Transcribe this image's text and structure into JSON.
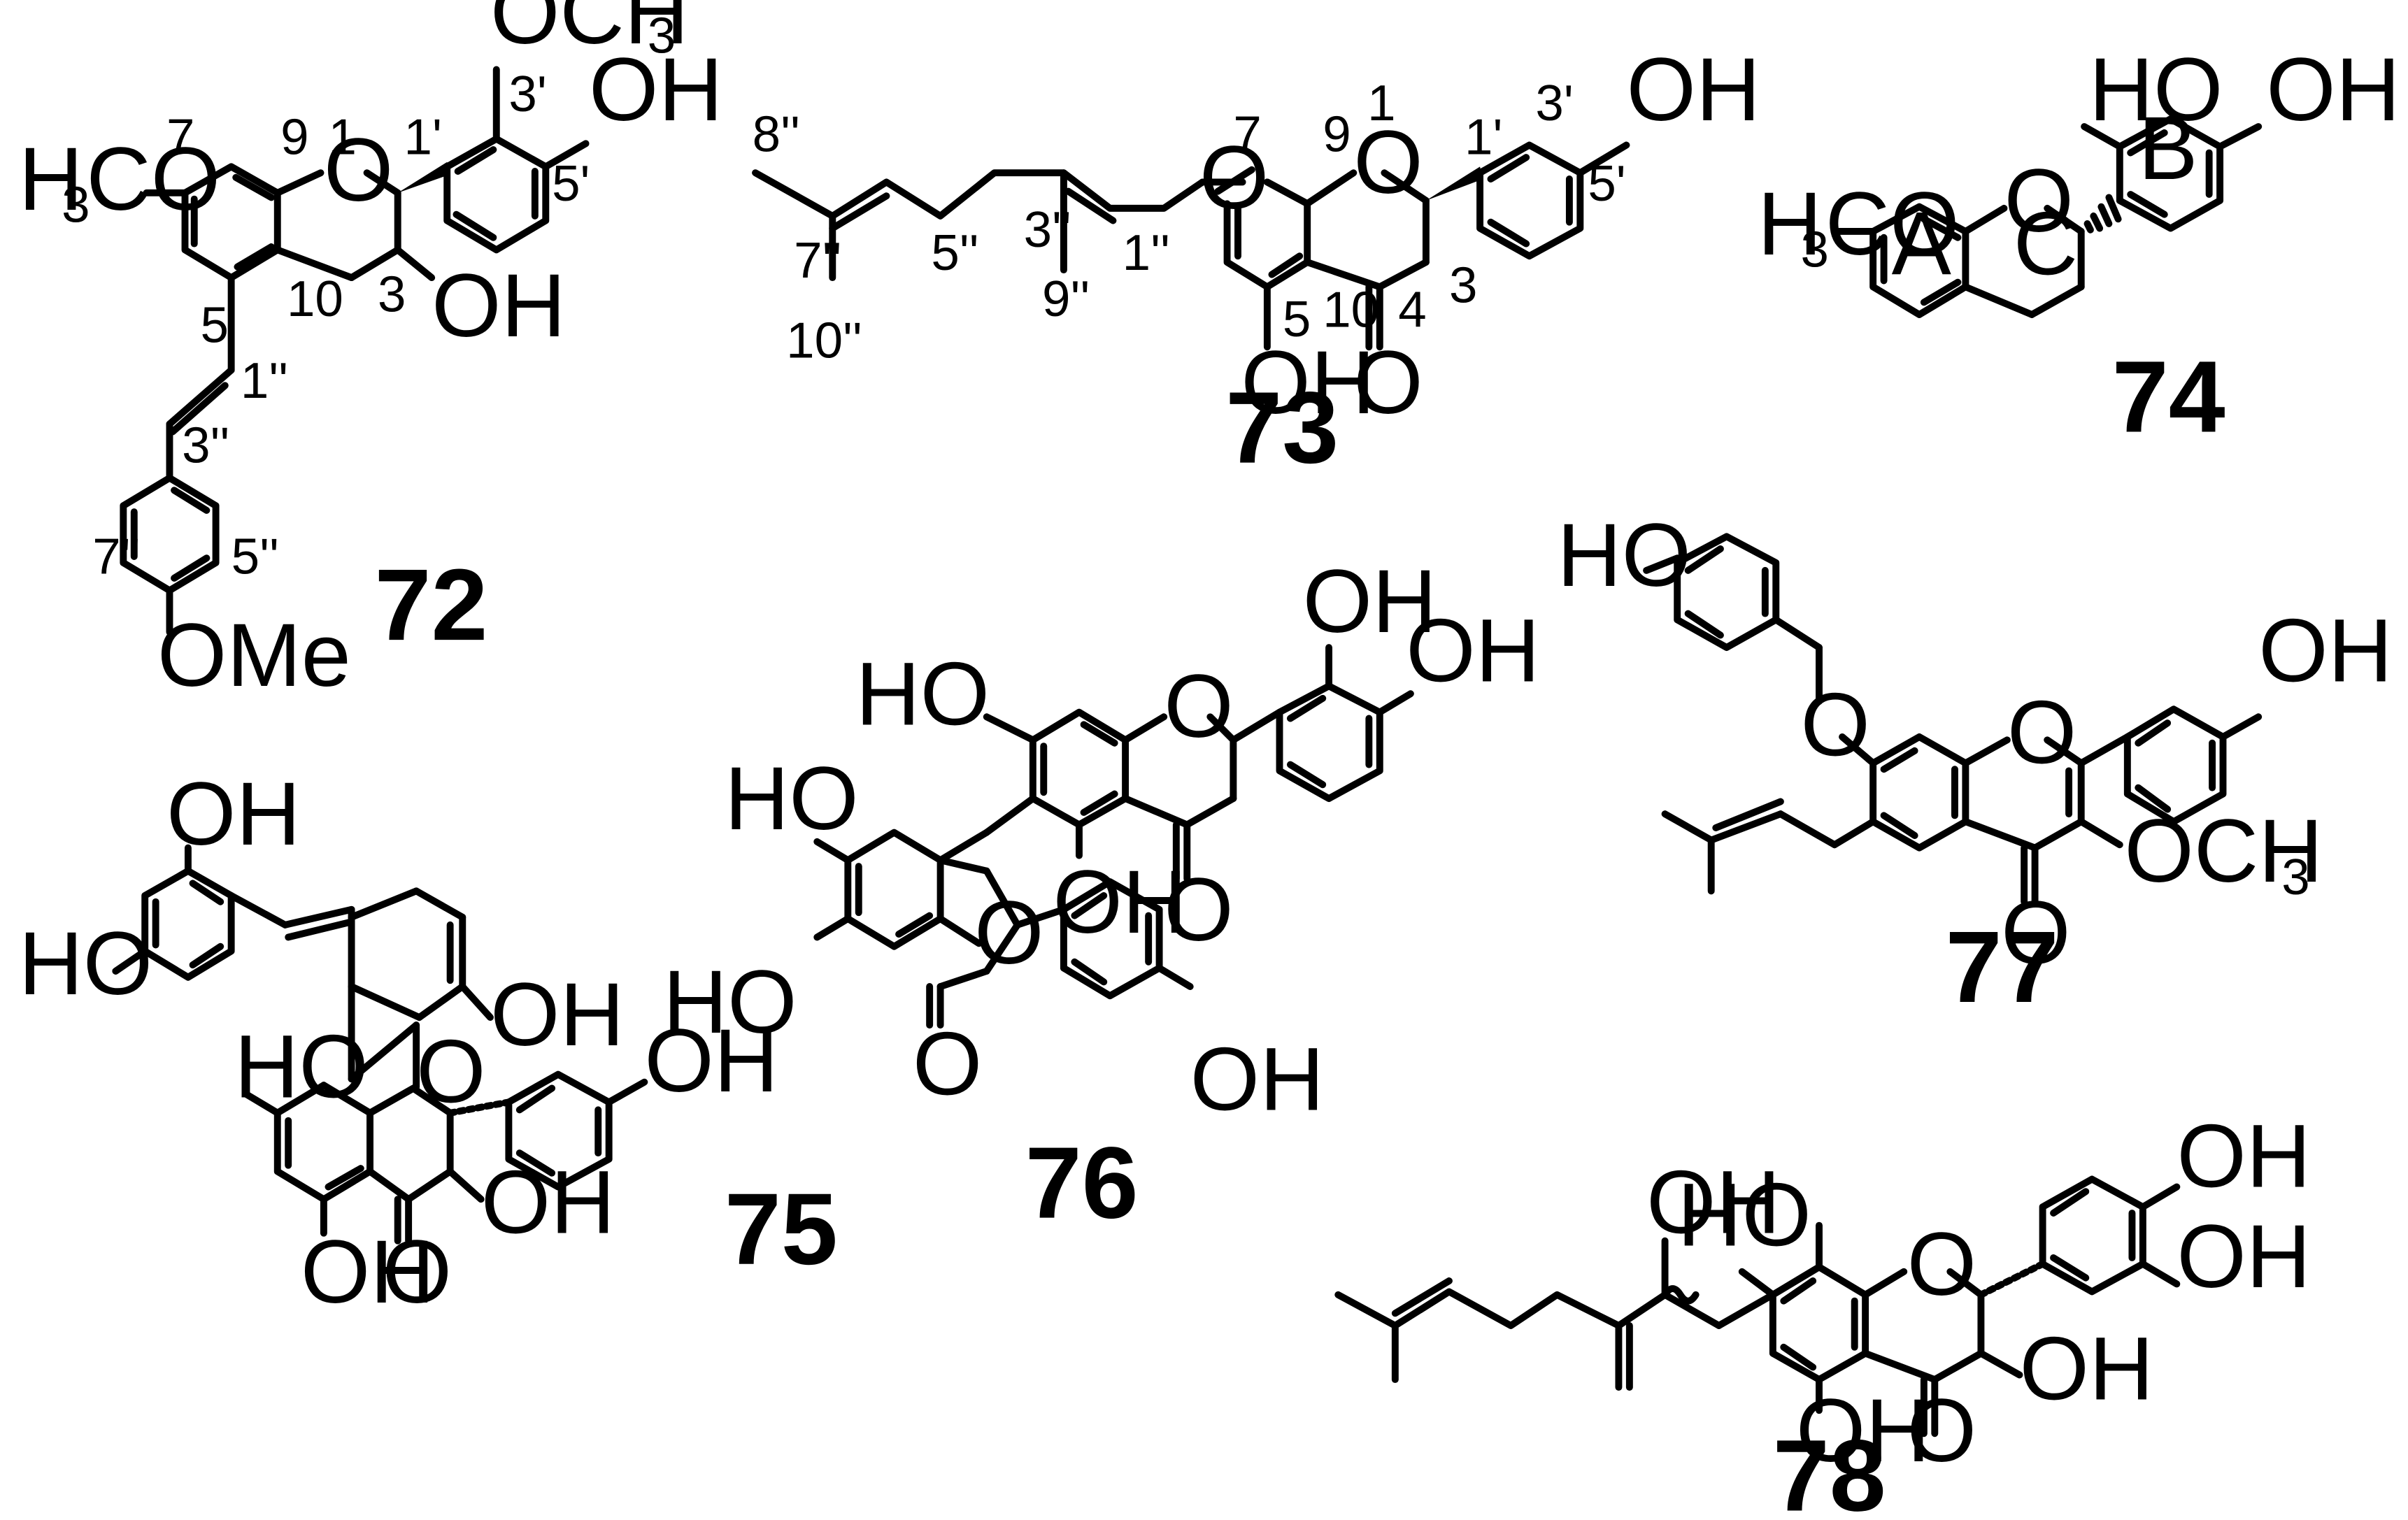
{
  "figure": {
    "compounds": [
      {
        "id": "72",
        "labels": [
          "OCH3",
          "OH",
          "H3CO",
          "OH",
          "OMe"
        ],
        "numbering": [
          "1",
          "7",
          "9",
          "1'",
          "3'",
          "5'",
          "5",
          "10",
          "3",
          "1''",
          "3''",
          "7''",
          "5''"
        ]
      },
      {
        "id": "73",
        "labels": [
          "OH",
          "O",
          "OH",
          "O",
          "O"
        ],
        "numbering": [
          "8''",
          "7''",
          "5''",
          "3''",
          "1''",
          "10''",
          "9''",
          "7",
          "9",
          "1",
          "1'",
          "3'",
          "5'",
          "5",
          "10",
          "4",
          "3"
        ]
      },
      {
        "id": "74",
        "labels": [
          "HO",
          "OH",
          "H3CO",
          "O"
        ],
        "rings": [
          "A",
          "C",
          "B"
        ]
      },
      {
        "id": "75",
        "labels": [
          "OH",
          "HO",
          "OH",
          "HO",
          "O",
          "OH",
          "OH",
          "O",
          "OH"
        ]
      },
      {
        "id": "76",
        "labels": [
          "OH",
          "OH",
          "HO",
          "O",
          "HO",
          "OH",
          "O",
          "HO",
          "O",
          "O",
          "OH"
        ]
      },
      {
        "id": "77",
        "labels": [
          "HO",
          "OH",
          "O",
          "O",
          "OCH3",
          "O"
        ]
      },
      {
        "id": "78",
        "labels": [
          "OH",
          "OH",
          "HO",
          "OH",
          "O",
          "OH",
          "OH",
          "O"
        ]
      }
    ]
  }
}
